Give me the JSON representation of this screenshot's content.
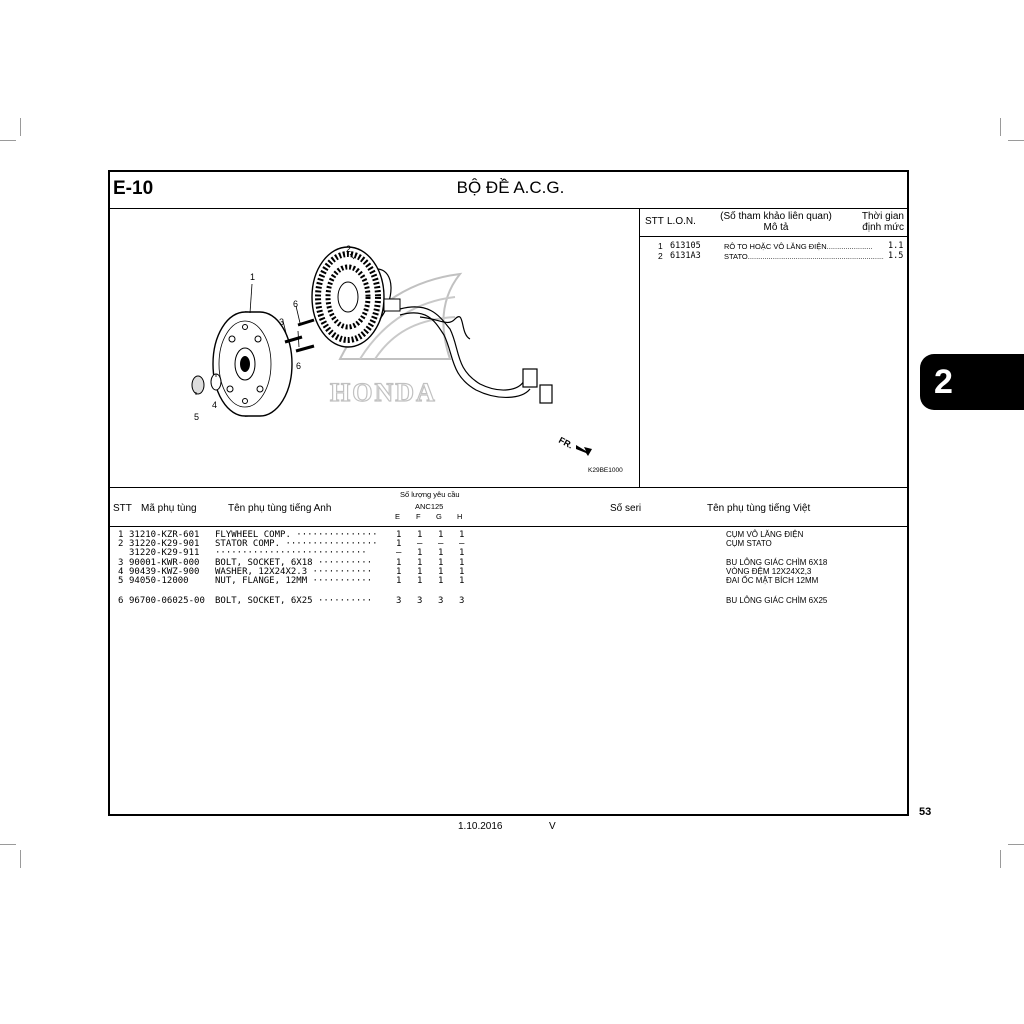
{
  "header": {
    "code": "E-10",
    "title": "BỘ ĐỀ A.C.G."
  },
  "reference": {
    "col_stt": "STT",
    "col_lon": "L.O.N.",
    "col_desc_1": "(Số tham khảo liên quan)",
    "col_desc_2": "Mô tả",
    "col_time_1": "Thời gian",
    "col_time_2": "định mức",
    "rows": [
      {
        "stt": "1",
        "lon": "613105",
        "desc": "RÔ TO HOẶC VÔ LĂNG ĐIỆN......................",
        "time": "1.1"
      },
      {
        "stt": "2",
        "lon": "6131A3",
        "desc": "STATO....................................................................",
        "time": "1.5"
      }
    ]
  },
  "diagram": {
    "callouts": [
      "1",
      "2",
      "3",
      "4",
      "5",
      "6",
      "6"
    ],
    "watermark": "HONDA",
    "fr_label": "FR.",
    "diagram_code": "K29BE1000"
  },
  "parts_table": {
    "col_stt": "STT",
    "col_part_no": "Mã phụ tùng",
    "col_name_en": "Tên phụ tùng tiếng Anh",
    "qty_header": "Số lượng yêu cầu",
    "model": "ANC125",
    "qty_cols": [
      "E",
      "F",
      "G",
      "H"
    ],
    "col_serial": "Số seri",
    "col_name_vn": "Tên phụ tùng tiếng Việt",
    "rows": [
      {
        "stt": "1",
        "part_no": "31210-KZR-601",
        "name_en": "FLYWHEEL COMP. ···············",
        "qty": [
          "1",
          "1",
          "1",
          "1"
        ],
        "name_vn": "CỤM VÔ LĂNG ĐIỆN"
      },
      {
        "stt": "2",
        "part_no": "31220-K29-901",
        "name_en": "STATOR COMP. ·················",
        "qty": [
          "1",
          "–",
          "–",
          "–"
        ],
        "name_vn": "CỤM STATO"
      },
      {
        "stt": "",
        "part_no": "31220-K29-911",
        "name_en": " ····························",
        "qty": [
          "–",
          "1",
          "1",
          "1"
        ],
        "name_vn": ""
      },
      {
        "stt": "3",
        "part_no": "90001-KWR-000",
        "name_en": "BOLT, SOCKET, 6X18 ··········",
        "qty": [
          "1",
          "1",
          "1",
          "1"
        ],
        "name_vn": "BU LÔNG GIÁC CHÌM 6X18"
      },
      {
        "stt": "4",
        "part_no": "90439-KWZ-900",
        "name_en": "WASHER, 12X24X2.3 ···········",
        "qty": [
          "1",
          "1",
          "1",
          "1"
        ],
        "name_vn": "VÒNG ĐỆM 12X24X2,3"
      },
      {
        "stt": "5",
        "part_no": "94050-12000",
        "name_en": "NUT, FLANGE, 12MM ···········",
        "qty": [
          "1",
          "1",
          "1",
          "1"
        ],
        "name_vn": "ĐAI ỐC MẶT BÍCH 12MM"
      },
      {
        "stt": "6",
        "part_no": "96700-06025-00",
        "name_en": "BOLT, SOCKET, 6X25 ··········",
        "qty": [
          "3",
          "3",
          "3",
          "3"
        ],
        "name_vn": "BU LÔNG GIÁC CHÌM 6X25"
      }
    ]
  },
  "side_tab": "2",
  "page_number": "53",
  "footer": {
    "date": "1.10.2016",
    "version": "V"
  }
}
